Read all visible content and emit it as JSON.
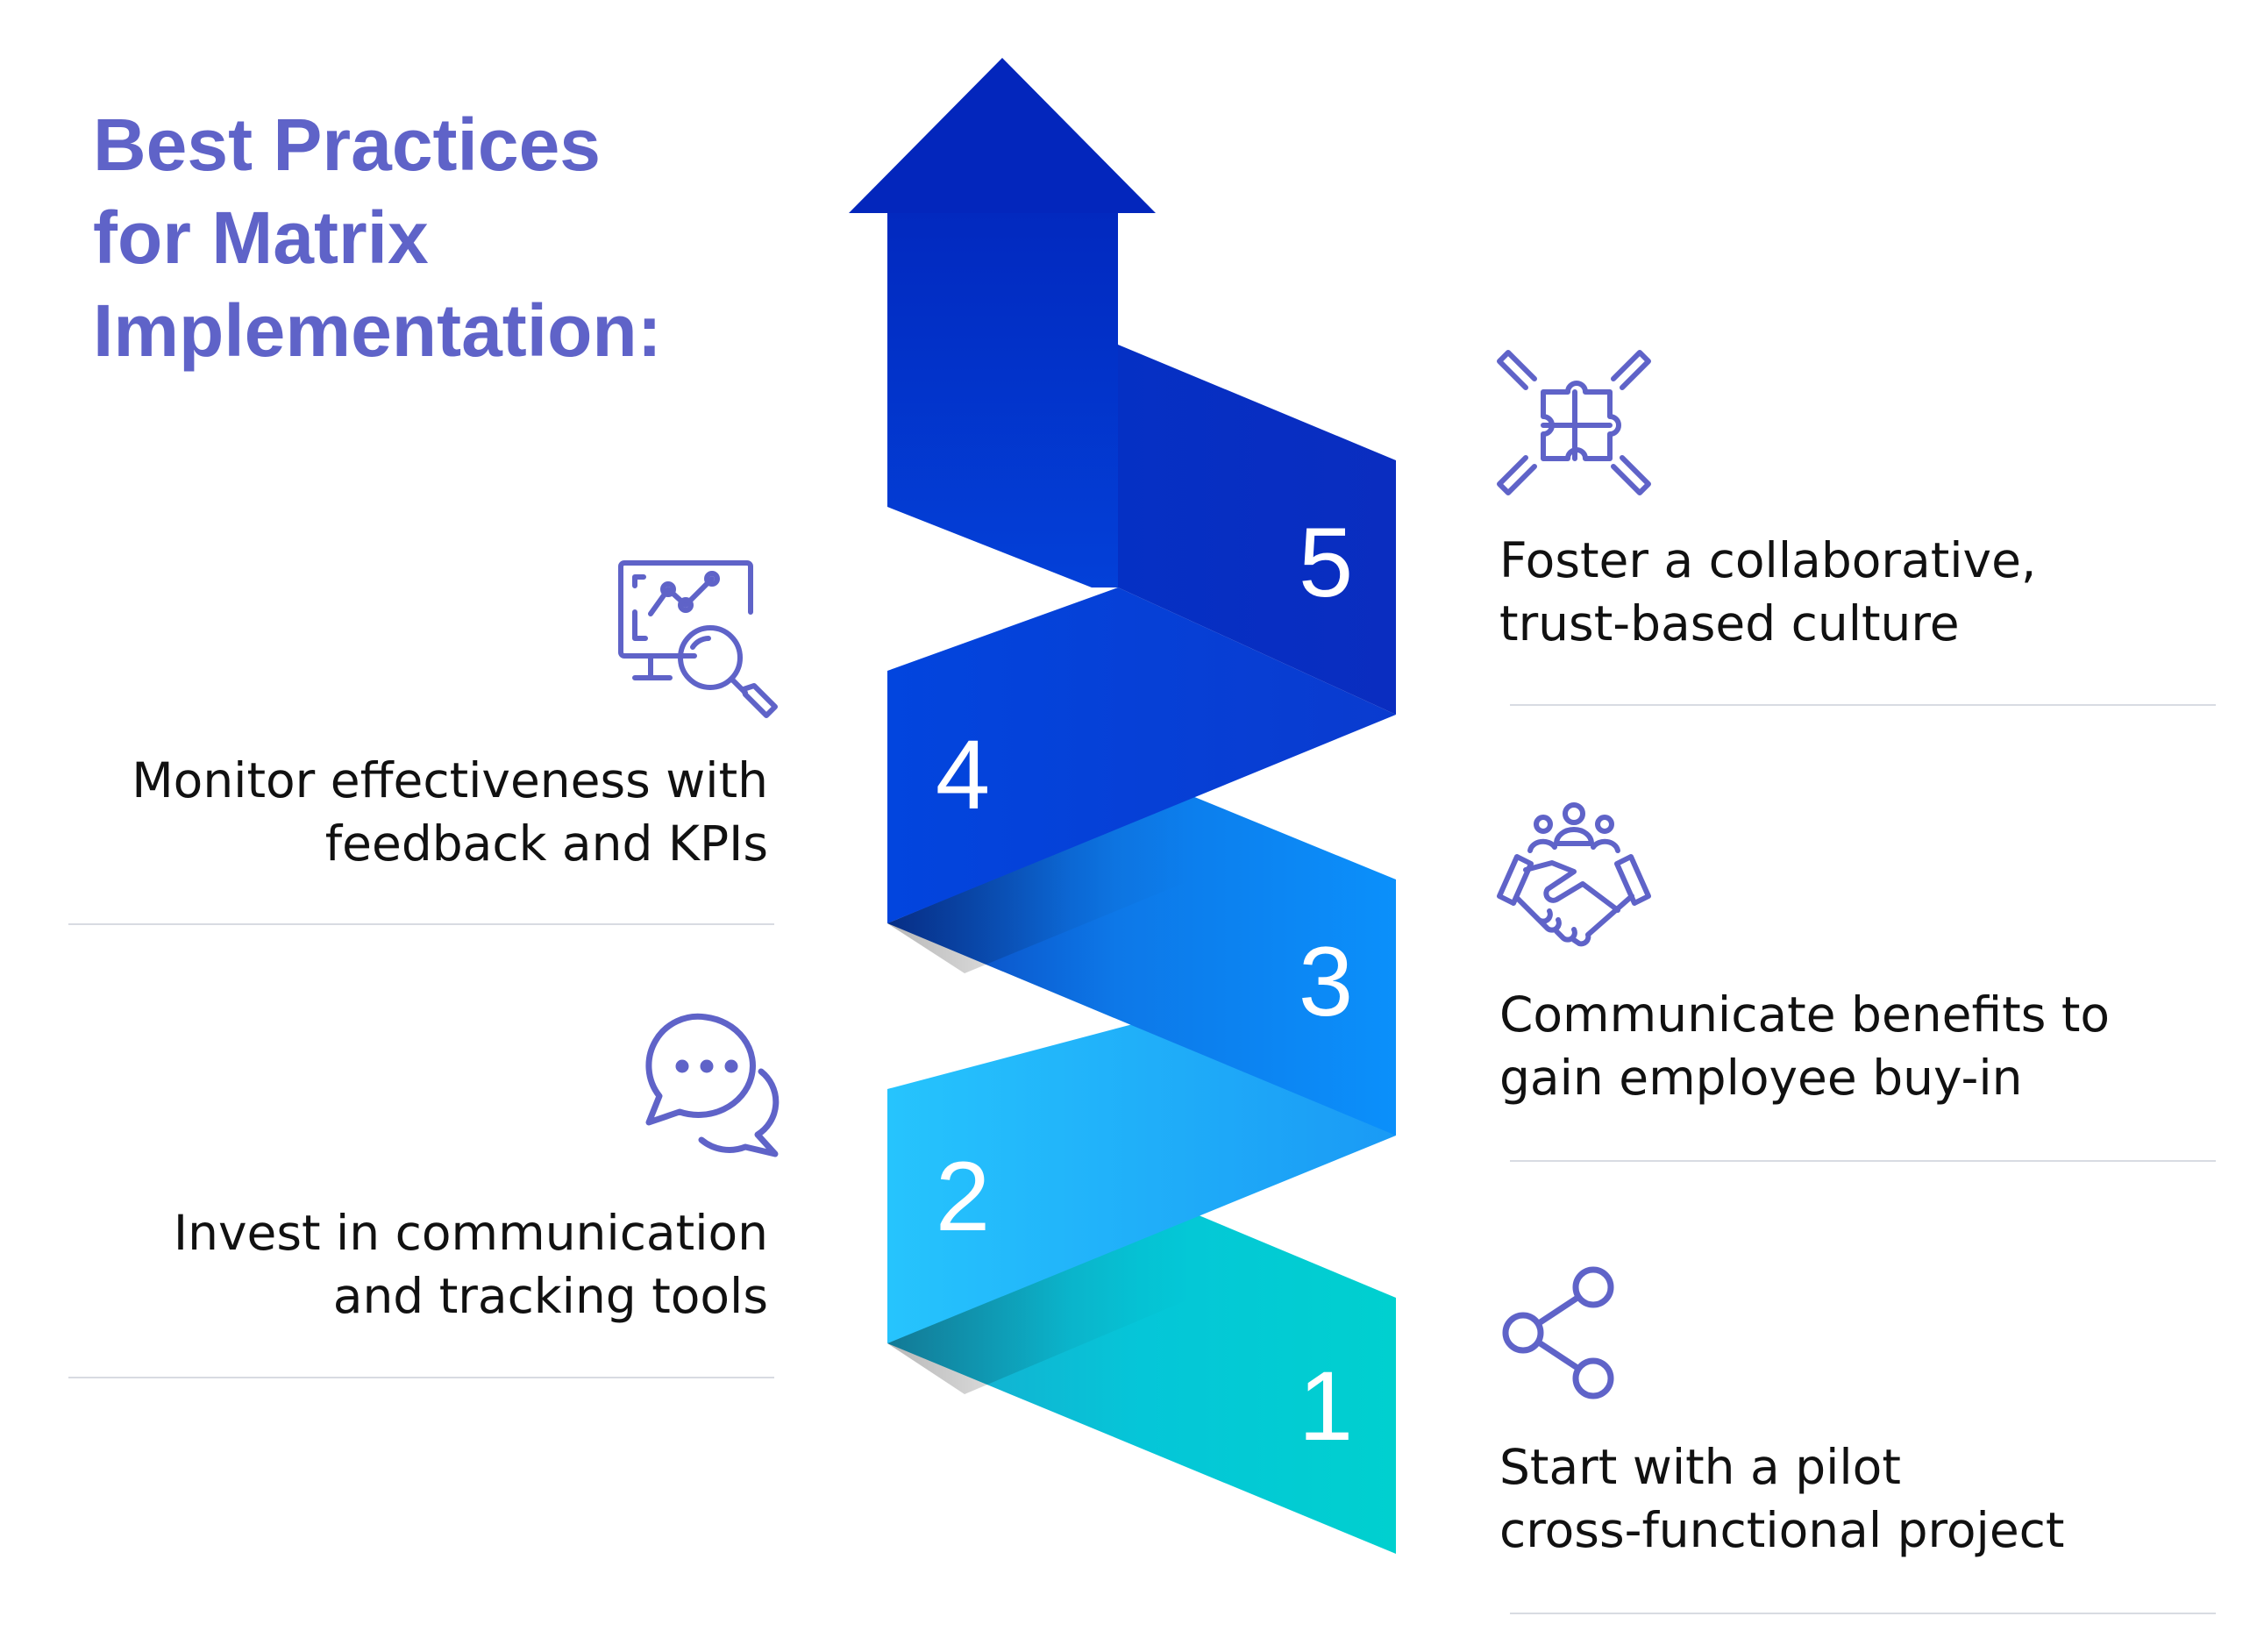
{
  "title": {
    "line1": "Best Practices",
    "line2": "for Matrix",
    "line3": "Implementation:"
  },
  "colors": {
    "title": "#5f63c8",
    "icon": "#5f63c8",
    "divider": "#d8dbe2",
    "step1": "#00cdd1",
    "step2": "#22c3fb",
    "step3": "#0a8cf5",
    "step4": "#0247dc",
    "step5": "#0c2fc4",
    "arrow_head": "#0326bc"
  },
  "steps": [
    {
      "number": "1",
      "icon": "share-network-icon",
      "line1": "Start with a pilot",
      "line2": "cross-functional project"
    },
    {
      "number": "2",
      "icon": "chat-bubbles-icon",
      "line1": "Invest in communication",
      "line2": "and tracking tools"
    },
    {
      "number": "3",
      "icon": "handshake-team-icon",
      "line1": "Communicate benefits to",
      "line2": "gain employee buy-in"
    },
    {
      "number": "4",
      "icon": "analytics-magnifier-icon",
      "line1": "Monitor effectiveness with",
      "line2": "feedback and KPIs"
    },
    {
      "number": "5",
      "icon": "puzzle-hands-icon",
      "line1": "Foster a collaborative,",
      "line2": "trust-based culture"
    }
  ]
}
